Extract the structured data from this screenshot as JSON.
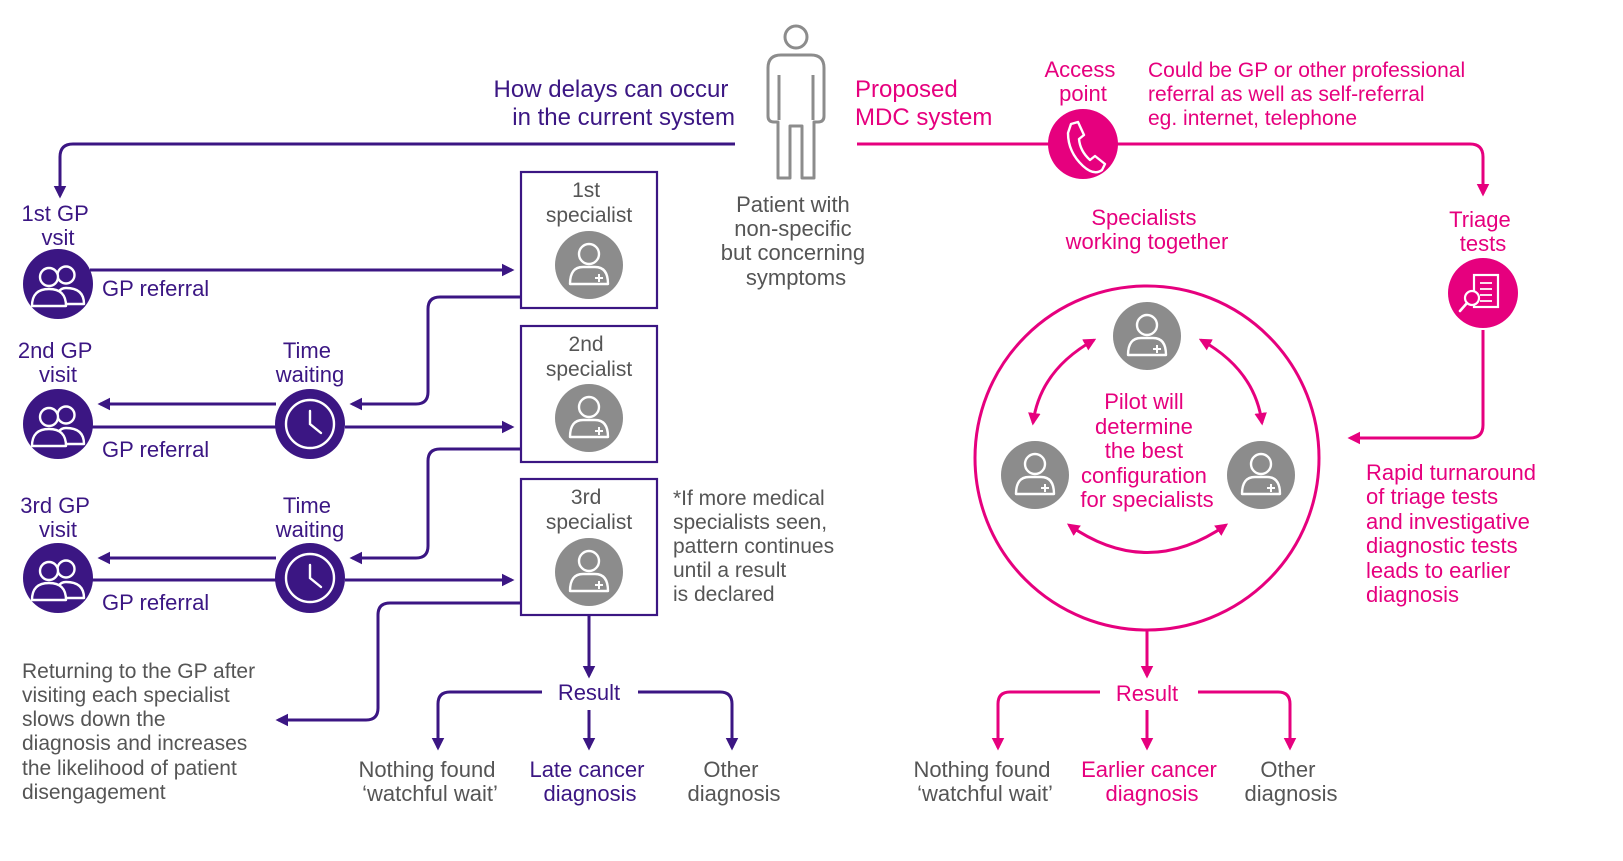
{
  "colors": {
    "purple": "#3b1683",
    "pink": "#e6007e",
    "grey": "#8c8c8c",
    "text_grey": "#555555"
  },
  "left": {
    "heading": [
      "How delays can occur",
      "in the current system"
    ],
    "gp_visits": [
      {
        "label": [
          "1st GP",
          "vsit"
        ],
        "referral": "GP referral",
        "icon": "users-icon"
      },
      {
        "label": [
          "2nd GP",
          "visit"
        ],
        "referral": "GP referral",
        "icon": "users-icon"
      },
      {
        "label": [
          "3rd GP",
          "visit"
        ],
        "referral": "GP referral",
        "icon": "users-icon"
      }
    ],
    "time_waiting": [
      "Time",
      "waiting"
    ],
    "specialists": [
      {
        "label": [
          "1st",
          "specialist"
        ]
      },
      {
        "label": [
          "2nd",
          "specialist"
        ]
      },
      {
        "label": [
          "3rd",
          "specialist"
        ]
      }
    ],
    "note": [
      "*If more medical",
      "specialists seen,",
      "pattern continues",
      "until a result",
      "is declared"
    ],
    "returning_text": [
      "Returning to the GP after",
      "visiting each specialist",
      "slows down the",
      "diagnosis and increases",
      "the likelihood of patient",
      "disengagement"
    ],
    "result_label": "Result",
    "outcomes": [
      {
        "text": [
          "Nothing found",
          "‘watchful wait’"
        ],
        "bold": false
      },
      {
        "text": [
          "Late cancer",
          "diagnosis"
        ],
        "bold": true
      },
      {
        "text": [
          "Other",
          "diagnosis"
        ],
        "bold": false
      }
    ]
  },
  "center": {
    "patient_text": [
      "Patient with",
      "non-specific",
      "but concerning",
      "symptoms"
    ]
  },
  "right": {
    "heading": [
      "Proposed",
      "MDC system"
    ],
    "access_point": [
      "Access",
      "point"
    ],
    "access_note": [
      "Could be GP or other professional",
      "referral as well as self-referral",
      "eg. internet, telephone"
    ],
    "triage": [
      "Triage",
      "tests"
    ],
    "specialists_heading": [
      "Specialists",
      "working together"
    ],
    "pilot_text": [
      "Pilot will",
      "determine",
      "the best",
      "configuration",
      "for specialists"
    ],
    "rapid_text": [
      "Rapid turnaround",
      "of triage tests",
      "and investigative",
      "diagnostic tests",
      "leads to earlier",
      "diagnosis"
    ],
    "result_label": "Result",
    "outcomes": [
      {
        "text": [
          "Nothing found",
          "‘watchful wait’"
        ],
        "bold": false
      },
      {
        "text": [
          "Earlier cancer",
          "diagnosis"
        ],
        "bold": true
      },
      {
        "text": [
          "Other",
          "diagnosis"
        ],
        "bold": false
      }
    ]
  }
}
